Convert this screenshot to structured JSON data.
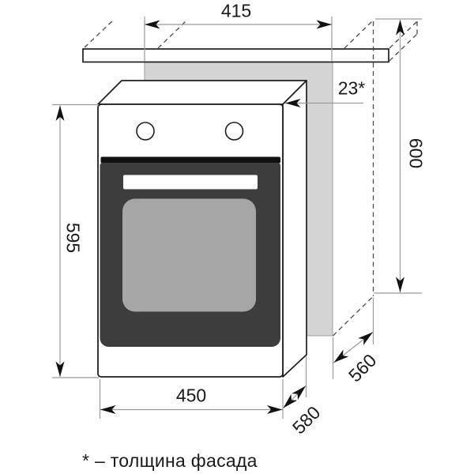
{
  "drawing": {
    "kind": "built-in oven installation dimension drawing",
    "dimension_labels": {
      "niche_width_top": "415",
      "facade_thickness": "23*",
      "niche_height_right": "600",
      "oven_height_left": "595",
      "oven_width_bottom": "450",
      "oven_depth": "580",
      "niche_depth": "560"
    },
    "footnote": "* – толщина фасада",
    "colors": {
      "outline": "#1e1e1e",
      "dimension_lines": "#9a9a9a",
      "arrowheads": "#111111",
      "niche_fill": "#d4d4d4",
      "door_fill": "#3d3d3d",
      "door_window_fill": "#a6a6a6",
      "background": "#ffffff"
    }
  }
}
